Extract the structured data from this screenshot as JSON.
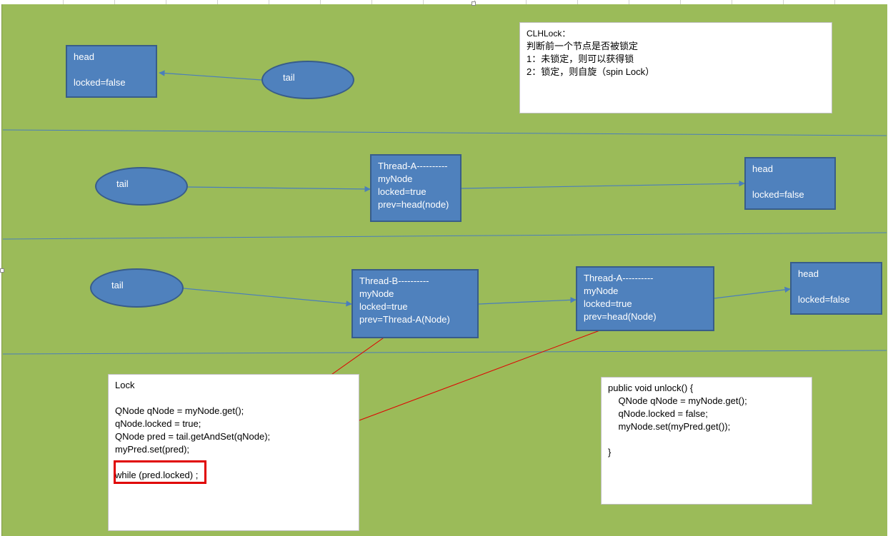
{
  "clh_note": {
    "title": "CLHLock：",
    "line1": "判断前一个节点是否被锁定",
    "line2": "1：未锁定，则可以获得锁",
    "line3": "2：锁定，则自旋（spin Lock）"
  },
  "row1": {
    "head": {
      "label": "head",
      "locked": "locked=false"
    },
    "tail": "tail"
  },
  "row2": {
    "tail": "tail",
    "thread_a": {
      "title": "Thread-A----------",
      "my_node": "myNode",
      "locked": "locked=true",
      "prev": "prev=head(node)"
    },
    "head": {
      "label": "head",
      "locked": "locked=false"
    }
  },
  "row3": {
    "tail": "tail",
    "thread_b": {
      "title": "Thread-B----------",
      "my_node": "myNode",
      "locked": "locked=true",
      "prev": "prev=Thread-A(Node)"
    },
    "thread_a": {
      "title": "Thread-A----------",
      "my_node": "myNode",
      "locked": "locked=true",
      "prev": "prev=head(Node)"
    },
    "head": {
      "label": "head",
      "locked": "locked=false"
    }
  },
  "lock_code": {
    "title": "Lock",
    "line1": "QNode qNode = myNode.get();",
    "line2": "qNode.locked = true;",
    "line3": "QNode pred = tail.getAndSet(qNode);",
    "line4": "myPred.set(pred);",
    "while_line": "while (pred.locked) ;"
  },
  "unlock_code": {
    "line1": "public void unlock() {",
    "line2": "    QNode qNode = myNode.get();",
    "line3": "    qNode.locked = false;",
    "line4": "    myNode.set(myPred.get());",
    "line5": "}"
  },
  "colors": {
    "background": "#9bbb59",
    "node_fill": "#4f81bd",
    "node_border": "#385d8a",
    "connector": "#4a7ebb",
    "highlight": "#e00000"
  }
}
